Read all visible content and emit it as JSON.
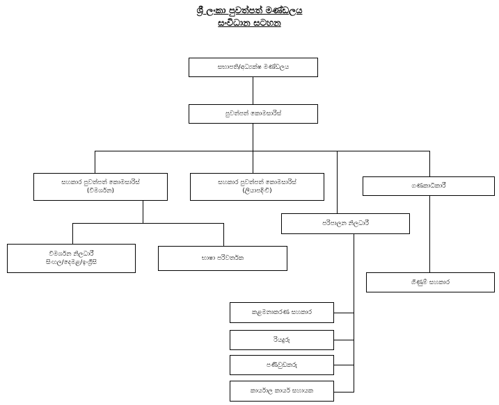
{
  "title": {
    "line1": "ශ්‍රී ලංකා පුවත්පත් මණ්ඩලය",
    "line2": "සංවිධාන සටහන"
  },
  "nodes": {
    "chairman": {
      "lines": [
        "සභාපති/අධ්‍යක්ෂ මණ්ඩලය"
      ]
    },
    "commissioner": {
      "lines": [
        "පුවත්පත් කොමසාරිස්"
      ]
    },
    "asst_comm_investigation": {
      "lines": [
        "සහකාර පුවත්පත් කොමසාරිස්",
        "(විමර්ශන)"
      ]
    },
    "asst_comm_registration": {
      "lines": [
        "සහකාර පුවත්පත් කොමසාරිස්",
        "(ලියාපදිංචි)"
      ]
    },
    "accountant": {
      "lines": [
        "ගණකාධිකාරී"
      ]
    },
    "admin_officer": {
      "lines": [
        "පරිපාලන නිලධාරී"
      ]
    },
    "investigation_officer": {
      "lines": [
        "විමර්ශන නිලධාරී",
        "සිංහල/දෙමළ/ඉංග්‍රීසි"
      ]
    },
    "translator": {
      "lines": [
        "භාෂා පරිවර්තක"
      ]
    },
    "accounts_assistant": {
      "lines": [
        "ගිණුම් සහකාර"
      ]
    },
    "management_assistant": {
      "lines": [
        "කළමනාකරණ සහකාර"
      ]
    },
    "driver": {
      "lines": [
        "රියදුරු"
      ]
    },
    "office_helper": {
      "lines": [
        "පණිවුඩකරු"
      ]
    },
    "office_employee": {
      "lines": [
        "කාර්යාල කාර්ය සහායක"
      ]
    }
  }
}
